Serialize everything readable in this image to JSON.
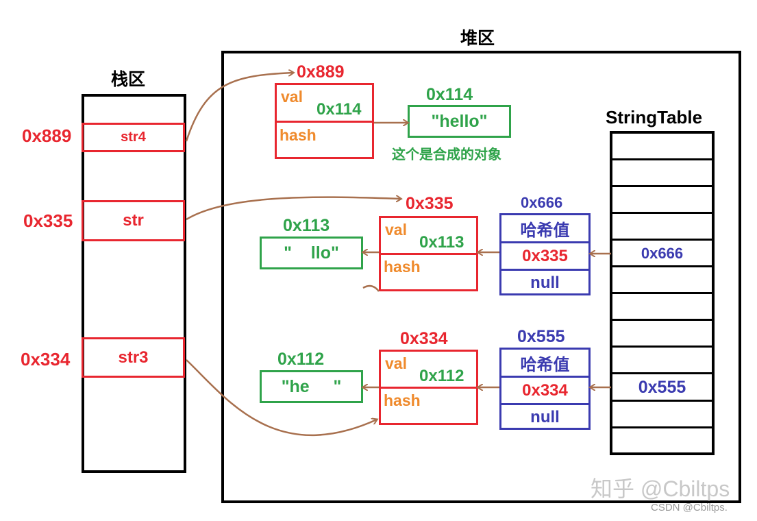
{
  "stack": {
    "title": "栈区",
    "slots": [
      {
        "addr": "0x889",
        "label": "str4"
      },
      {
        "addr": "0x335",
        "label": "str"
      },
      {
        "addr": "0x334",
        "label": "str3"
      }
    ]
  },
  "heap": {
    "title": "堆区",
    "obj_889": {
      "addr": "0x889",
      "val_label": "val",
      "val": "0x114",
      "hash_label": "hash"
    },
    "str_114": {
      "addr": "0x114",
      "text": "\"hello\"",
      "note": "这个是合成的对象"
    },
    "obj_335": {
      "addr": "0x335",
      "val_label": "val",
      "val": "0x113",
      "hash_label": "hash"
    },
    "str_113": {
      "addr": "0x113",
      "text": "\"    llo\""
    },
    "entry_666": {
      "addr": "0x666",
      "hash": "哈希值",
      "ref": "0x335",
      "next": "null"
    },
    "obj_334": {
      "addr": "0x334",
      "val_label": "val",
      "val": "0x112",
      "hash_label": "hash"
    },
    "str_112": {
      "addr": "0x112",
      "text": "\"he     \""
    },
    "entry_555": {
      "addr": "0x555",
      "hash": "哈希值",
      "ref": "0x334",
      "next": "null"
    }
  },
  "string_table": {
    "title": "StringTable",
    "refs": [
      "0x666",
      "0x555"
    ]
  },
  "watermarks": {
    "zhihu": "知乎 @Cbiltps",
    "csdn": "CSDN @Cbiltps."
  },
  "colors": {
    "red": "#e8262f",
    "green": "#2fa34a",
    "blue": "#3b3bb0",
    "orange": "#ef8a2c",
    "arrow": "#a8704e",
    "black": "#000000"
  }
}
